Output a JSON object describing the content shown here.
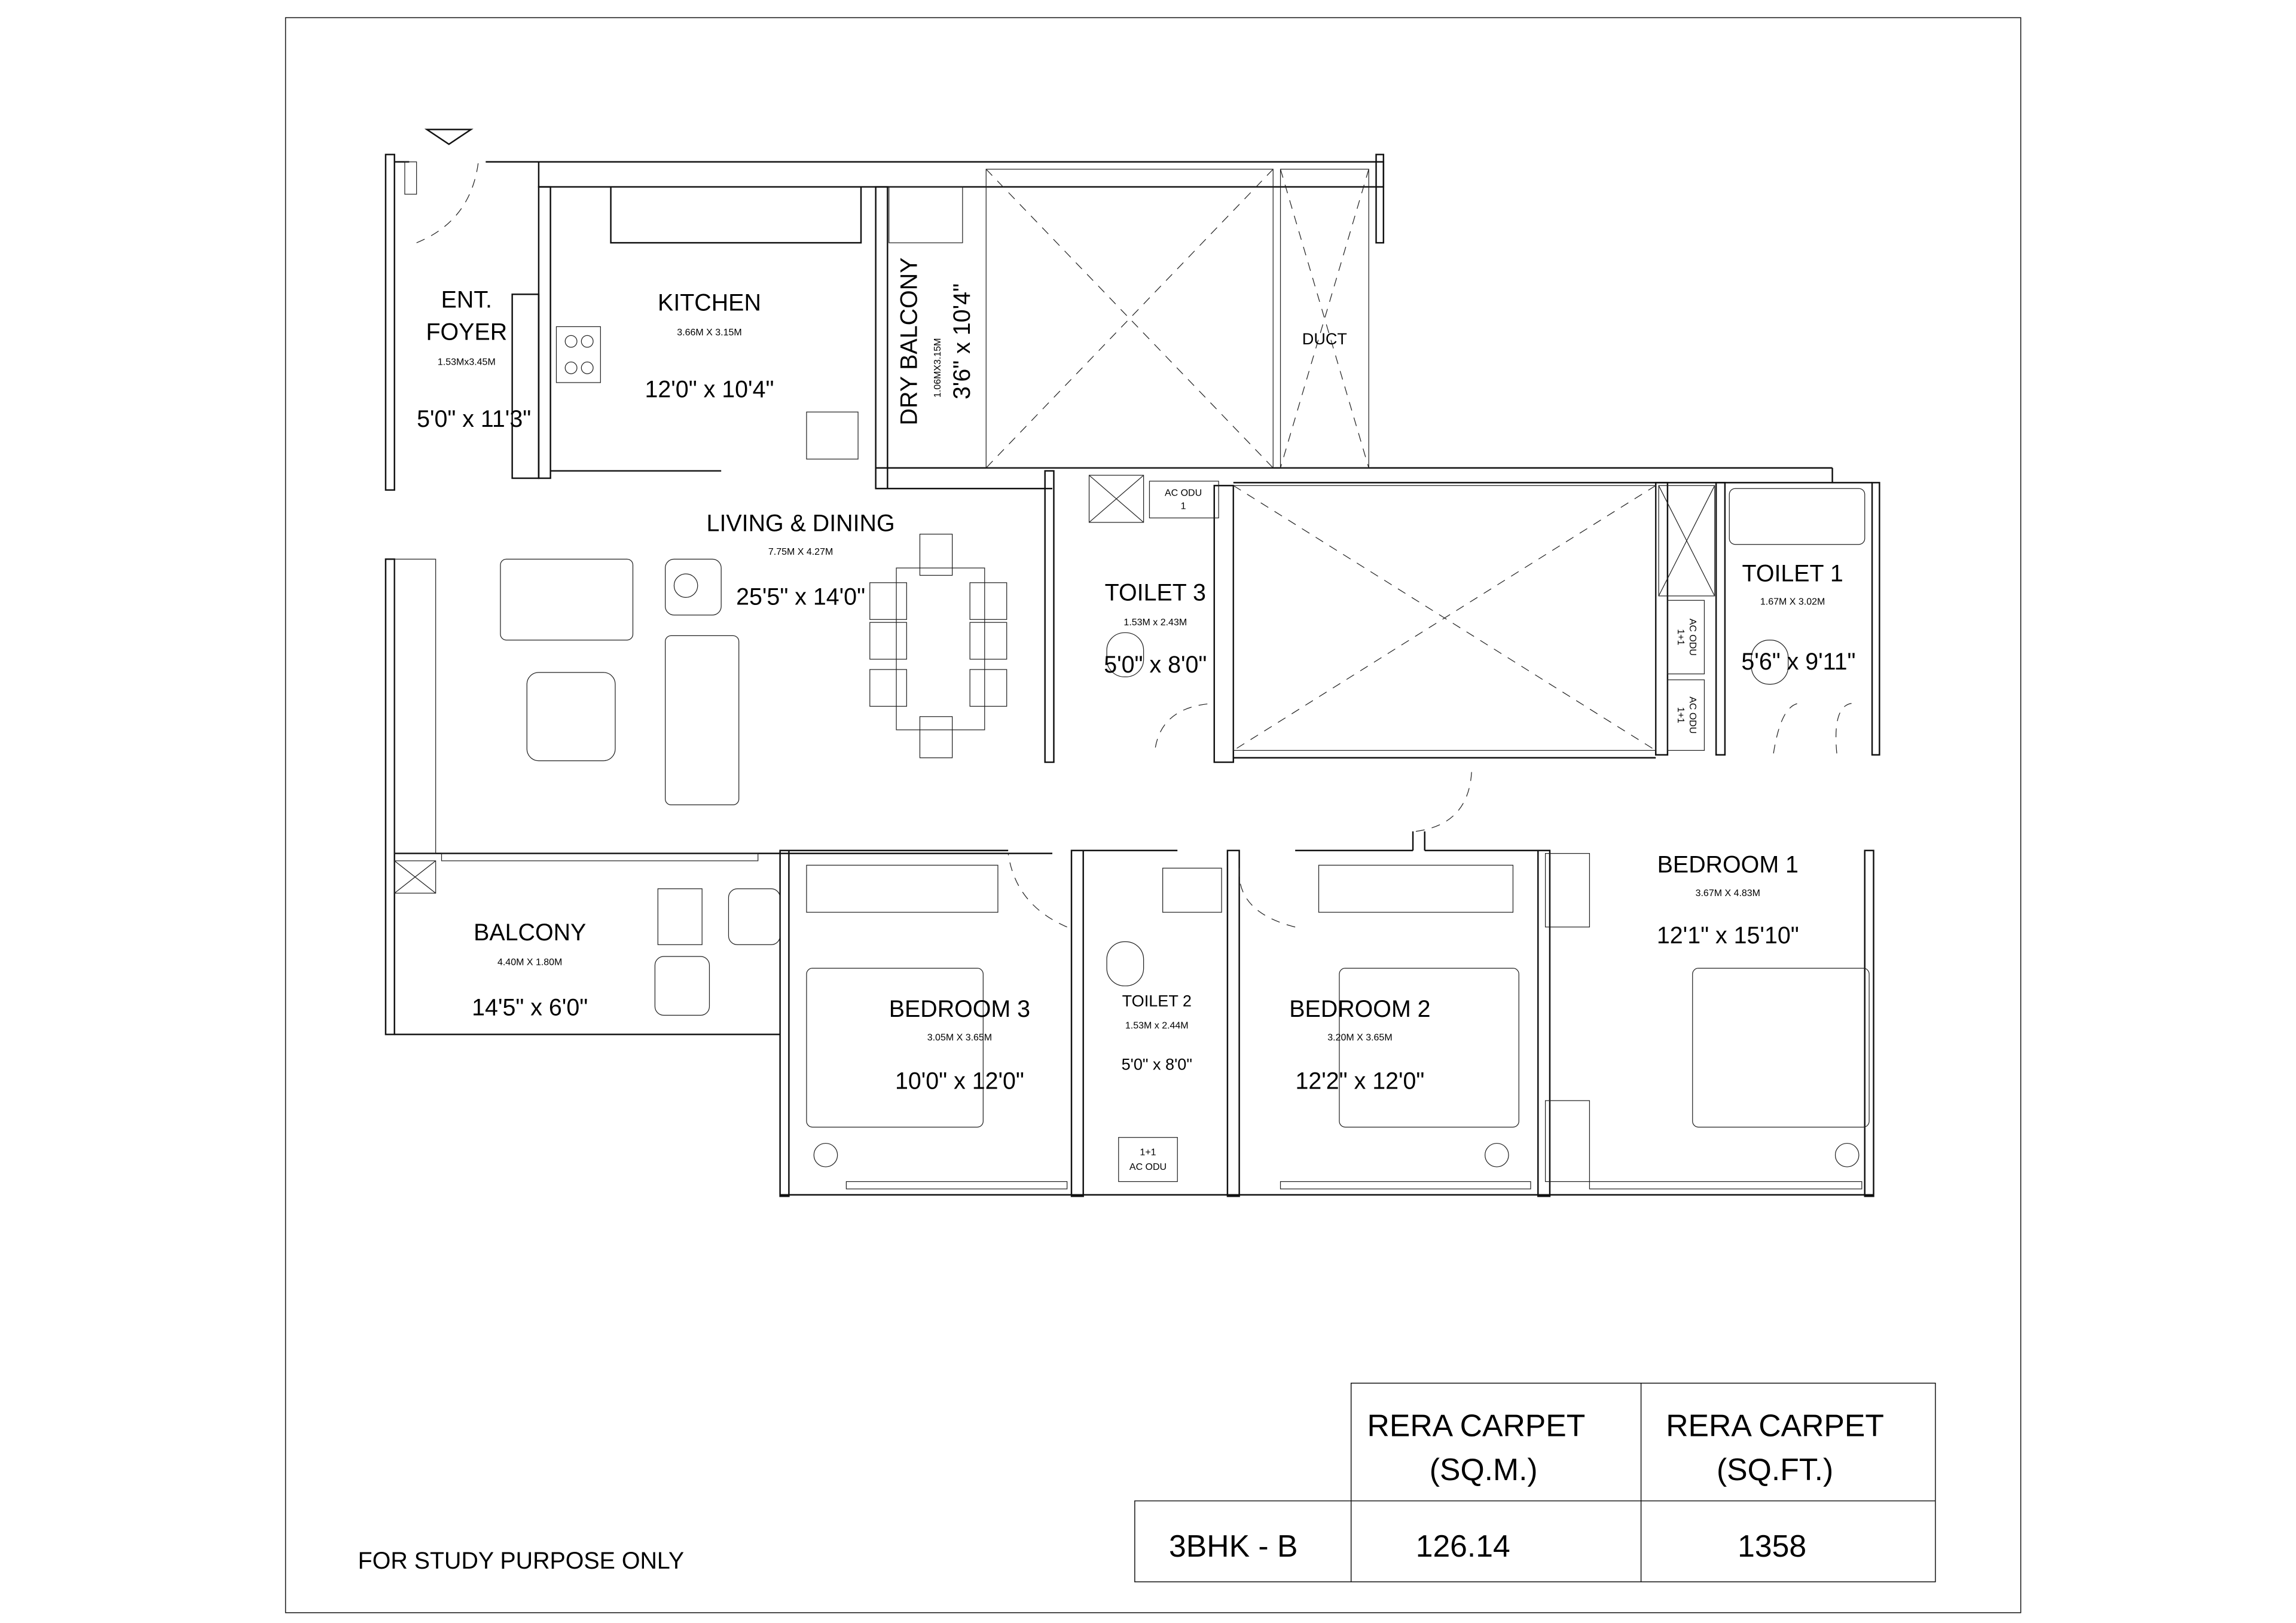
{
  "rooms": {
    "foyer": {
      "name_1": "ENT.",
      "name_2": "FOYER",
      "metric": "1.53Mx3.45M",
      "imperial": "5'0\" x 11'3\""
    },
    "kitchen": {
      "name": "KITCHEN",
      "metric": "3.66M X 3.15M",
      "imperial": "12'0\" x 10'4\""
    },
    "dry_balcony": {
      "name": "DRY BALCONY",
      "metric": "1.06MX3.15M",
      "imperial": "3'6\" x 10'4\""
    },
    "duct": {
      "name": "DUCT"
    },
    "living_dining": {
      "name": "LIVING & DINING",
      "metric": "7.75M X 4.27M",
      "imperial": "25'5\" x 14'0\""
    },
    "toilet_3": {
      "name": "TOILET 3",
      "metric": "1.53M x 2.43M",
      "imperial": "5'0\" x 8'0\""
    },
    "toilet_1": {
      "name": "TOILET 1",
      "metric": "1.67M X 3.02M",
      "imperial": "5'6\" x 9'11\""
    },
    "bedroom_1": {
      "name": "BEDROOM 1",
      "metric": "3.67M X 4.83M",
      "imperial": "12'1\" x 15'10\""
    },
    "balcony": {
      "name": "BALCONY",
      "metric": "4.40M X 1.80M",
      "imperial": "14'5\" x 6'0\""
    },
    "bedroom_3": {
      "name": "BEDROOM 3",
      "metric": "3.05M X 3.65M",
      "imperial": "10'0\" x 12'0\""
    },
    "toilet_2": {
      "name": "TOILET 2",
      "metric": "1.53M x 2.44M",
      "imperial": "5'0\" x 8'0\""
    },
    "bedroom_2": {
      "name": "BEDROOM 2",
      "metric": "3.20M X 3.65M",
      "imperial": "12'2\" x 12'0\""
    }
  },
  "ac_units": {
    "toilet_3_line1": "AC ODU",
    "toilet_3_line2": "1",
    "shaft_a_line1": "AC ODU",
    "shaft_a_line2": "1+1",
    "shaft_b_line1": "AC ODU",
    "shaft_b_line2": "1+1",
    "toilet_2_line1": "1+1",
    "toilet_2_line2": "AC ODU"
  },
  "area_table": {
    "headers": [
      {
        "line1": "RERA CARPET",
        "line2": "(SQ.M.)"
      },
      {
        "line1": "RERA CARPET",
        "line2": "(SQ.FT.)"
      }
    ],
    "rows": [
      {
        "unit": "3BHK - B",
        "sqm": "126.14",
        "sqft": "1358"
      }
    ]
  },
  "note": "FOR STUDY PURPOSE ONLY"
}
